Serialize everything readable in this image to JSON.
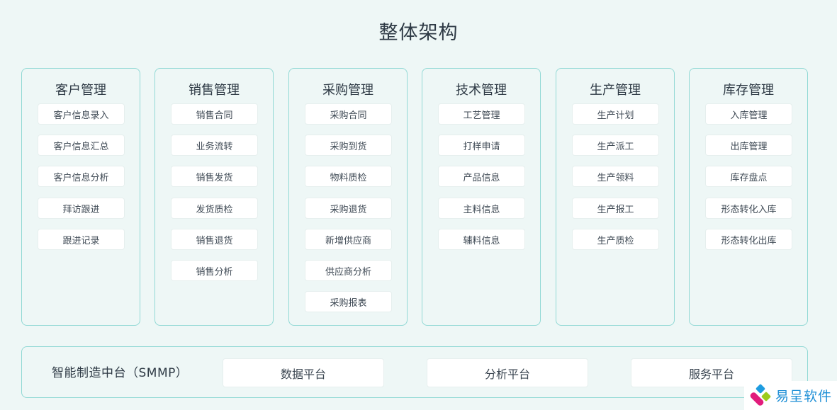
{
  "title": "整体架构",
  "columns": [
    {
      "heading": "客户管理",
      "items": [
        "客户信息录入",
        "客户信息汇总",
        "客户信息分析",
        "拜访跟进",
        "跟进记录"
      ]
    },
    {
      "heading": "销售管理",
      "items": [
        "销售合同",
        "业务流转",
        "销售发货",
        "发货质检",
        "销售退货",
        "销售分析"
      ]
    },
    {
      "heading": "采购管理",
      "items": [
        "采购合同",
        "采购到货",
        "物料质检",
        "采购退货",
        "新增供应商",
        "供应商分析",
        "采购报表"
      ]
    },
    {
      "heading": "技术管理",
      "items": [
        "工艺管理",
        "打样申请",
        "产品信息",
        "主料信息",
        "辅料信息"
      ]
    },
    {
      "heading": "生产管理",
      "items": [
        "生产计划",
        "生产派工",
        "生产领料",
        "生产报工",
        "生产质检"
      ]
    },
    {
      "heading": "库存管理",
      "items": [
        "入库管理",
        "出库管理",
        "库存盘点",
        "形态转化入库",
        "形态转化出库"
      ]
    }
  ],
  "platform_bar": {
    "label": "智能制造中台（SMMP）",
    "platforms": [
      "数据平台",
      "分析平台",
      "服务平台"
    ]
  },
  "logo": {
    "text": "易呈软件",
    "colors": {
      "blue": "#1e9ce0",
      "green": "#9ccb1c",
      "magenta": "#e21c7c",
      "text": "#1e8fd6"
    }
  },
  "colors": {
    "background": "#eef7f6",
    "border": "#92d9d5",
    "box": "#ffffff",
    "text": "#3a4550"
  }
}
